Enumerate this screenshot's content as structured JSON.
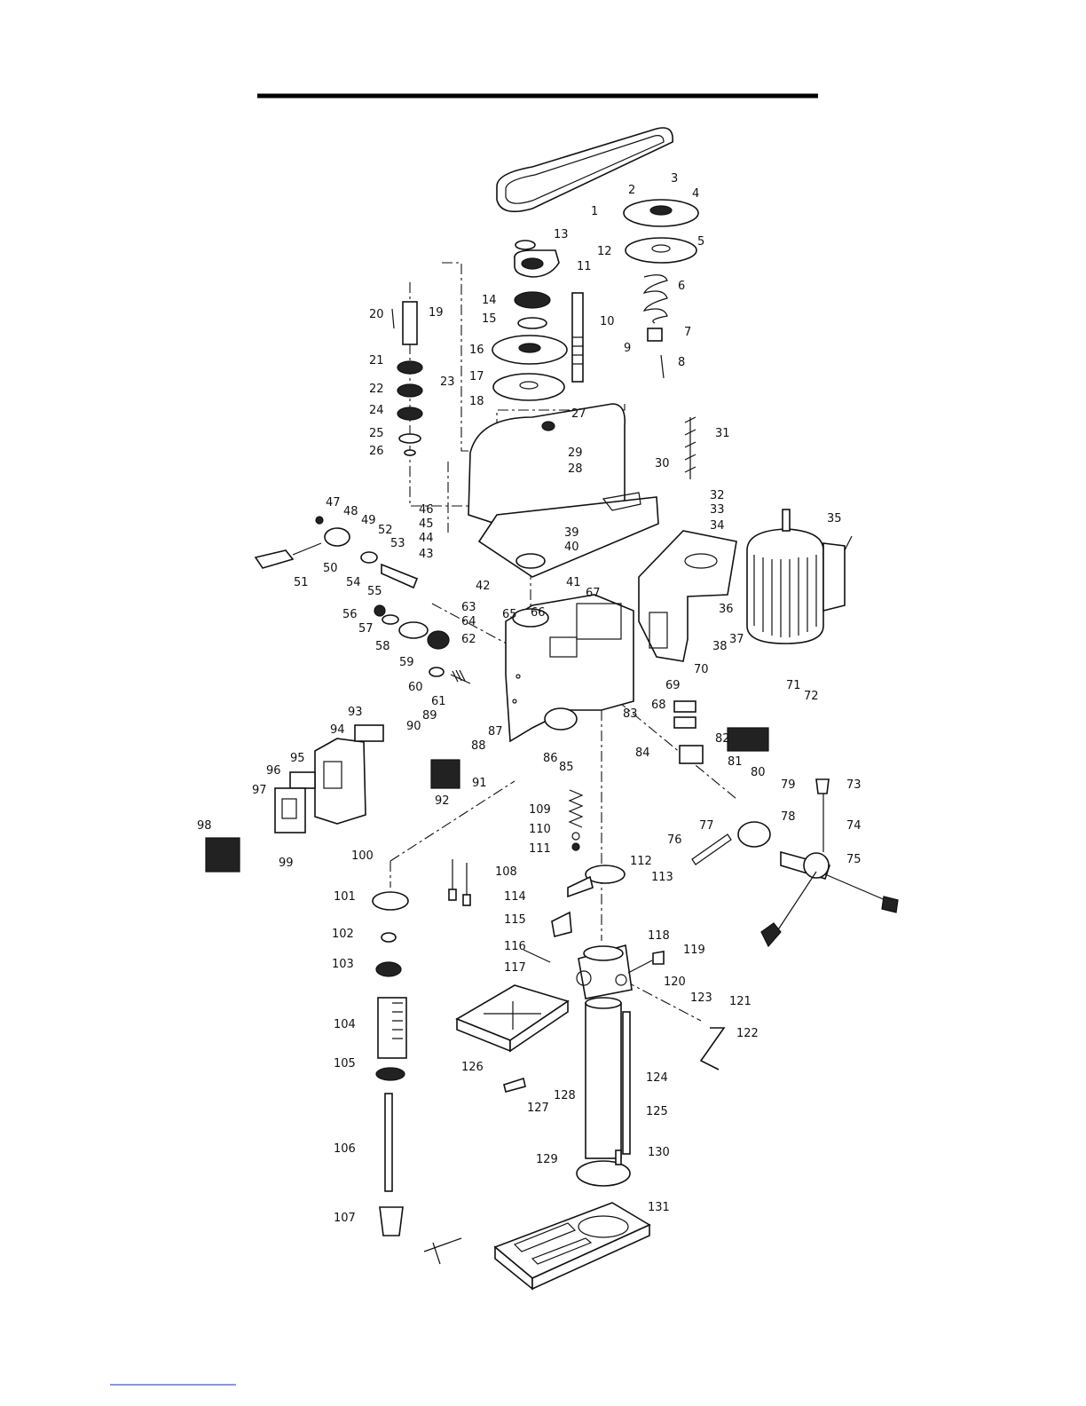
{
  "diagram": {
    "part_numbers": [
      "1",
      "2",
      "3",
      "4",
      "5",
      "6",
      "7",
      "8",
      "9",
      "10",
      "11",
      "12",
      "13",
      "14",
      "15",
      "16",
      "17",
      "18",
      "19",
      "20",
      "21",
      "22",
      "23",
      "24",
      "25",
      "26",
      "27",
      "28",
      "29",
      "30",
      "31",
      "32",
      "33",
      "34",
      "35",
      "36",
      "37",
      "38",
      "39",
      "40",
      "41",
      "42",
      "43",
      "44",
      "45",
      "46",
      "47",
      "48",
      "49",
      "50",
      "51",
      "52",
      "53",
      "54",
      "55",
      "56",
      "57",
      "58",
      "59",
      "60",
      "61",
      "62",
      "63",
      "64",
      "65",
      "66",
      "67",
      "68",
      "69",
      "70",
      "71",
      "72",
      "73",
      "74",
      "75",
      "76",
      "77",
      "78",
      "79",
      "80",
      "81",
      "82",
      "83",
      "84",
      "85",
      "86",
      "87",
      "88",
      "89",
      "90",
      "91",
      "92",
      "93",
      "94",
      "95",
      "96",
      "97",
      "98",
      "99",
      "100",
      "101",
      "102",
      "103",
      "104",
      "105",
      "106",
      "107",
      "108",
      "109",
      "110",
      "111",
      "112",
      "113",
      "114",
      "115",
      "116",
      "117",
      "118",
      "119",
      "120",
      "121",
      "122",
      "123",
      "124",
      "125",
      "126",
      "127",
      "128",
      "129",
      "130",
      "131"
    ]
  }
}
